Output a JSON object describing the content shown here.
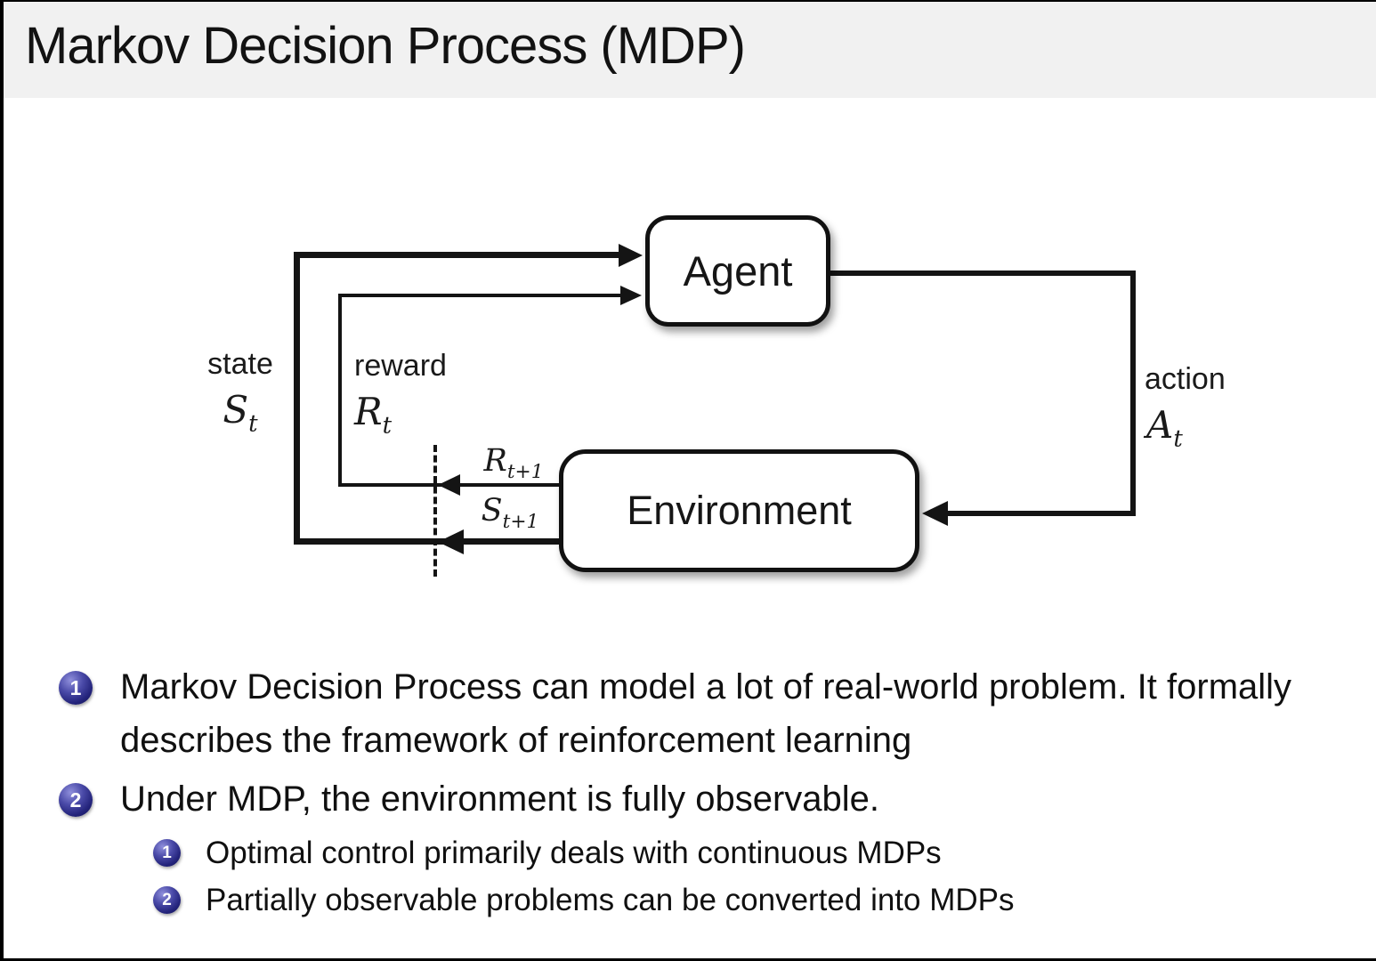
{
  "header": {
    "title": "Markov Decision Process (MDP)"
  },
  "diagram": {
    "agent_label": "Agent",
    "environment_label": "Environment",
    "state_label": "state",
    "state_symbol": {
      "base": "S",
      "sub": "t"
    },
    "reward_label": "reward",
    "reward_symbol": {
      "base": "R",
      "sub": "t"
    },
    "action_label": "action",
    "action_symbol": {
      "base": "A",
      "sub": "t"
    },
    "next_reward_symbol": {
      "base": "R",
      "sub": "t+1"
    },
    "next_state_symbol": {
      "base": "S",
      "sub": "t+1"
    }
  },
  "bullets": {
    "items": [
      {
        "number": "1",
        "text": "Markov Decision Process can model a lot of real-world problem. It formally describes the framework of reinforcement learning"
      },
      {
        "number": "2",
        "text": "Under MDP, the environment is fully observable.",
        "subitems": [
          {
            "number": "1",
            "text": "Optimal control primarily deals with continuous MDPs"
          },
          {
            "number": "2",
            "text": "Partially observable problems can be converted into MDPs"
          }
        ]
      }
    ]
  },
  "colors": {
    "header_bg": "#f1f1f1",
    "ink": "#141414",
    "ball_navy": "#23237a"
  }
}
